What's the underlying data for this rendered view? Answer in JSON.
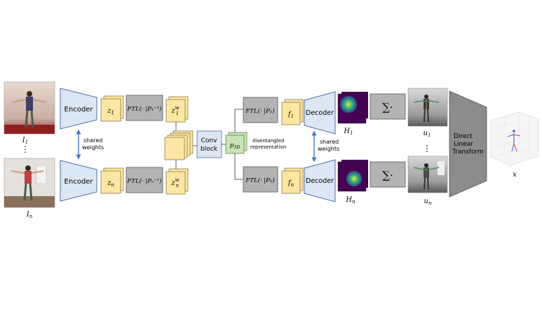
{
  "inputs": {
    "top_label": "I",
    "top_sub": "1",
    "bottom_label": "I",
    "bottom_sub": "n",
    "dots": "⋮"
  },
  "encoder": {
    "label": "Encoder",
    "shared": "shared",
    "weights": "weights"
  },
  "latents": {
    "z1_main": "z",
    "z1_sub": "1",
    "zn_main": "z",
    "zn_sub": "n",
    "zw1_main": "z",
    "zw1_sub": "1",
    "zw1_sup": "w",
    "zwn_main": "z",
    "zwn_sub": "n",
    "zwn_sup": "w"
  },
  "ftl_inverse": {
    "top": "FTL(· |P₁⁻¹)",
    "bottom": "FTL(· |Pₙ⁻¹)"
  },
  "conv": {
    "line1": "Conv",
    "line2": "block"
  },
  "p3d": {
    "main": "p",
    "sub": "3D"
  },
  "disentangled": {
    "line1": "disentangled",
    "line2": "representation"
  },
  "ftl_forward": {
    "top": "FTL(· |P₁)",
    "bottom": "FTL(· |Pₙ)"
  },
  "features": {
    "f1_main": "f",
    "f1_sub": "1",
    "fn_main": "f",
    "fn_sub": "n"
  },
  "decoder": {
    "label": "Decoder",
    "shared": "shared",
    "weights": "weights"
  },
  "heatmaps": {
    "top_main": "H",
    "top_sub": "1",
    "bottom_main": "H",
    "bottom_sub": "n"
  },
  "softargmax": {
    "symbol": "∑·"
  },
  "outputs": {
    "u1_main": "u",
    "u1_sub": "1",
    "un_main": "u",
    "un_sub": "n",
    "dots": "⋮"
  },
  "dlt": {
    "line1": "Direct",
    "line2": "Linear",
    "line3": "Transform"
  },
  "result": {
    "label": "x"
  },
  "colors": {
    "encoder_fill": "#dce6f4",
    "encoder_stroke": "#4a6fa5",
    "latent_fill": "#fbe6a2",
    "latent_stroke": "#8a7a4a",
    "ftl_fill": "#b3b3b3",
    "ftl_stroke": "#555555",
    "p3d_fill": "#c9e4b4",
    "p3d_stroke": "#5a8a4a",
    "dlt_fill": "#8c8c8c",
    "arrow": "#4a78c0"
  }
}
